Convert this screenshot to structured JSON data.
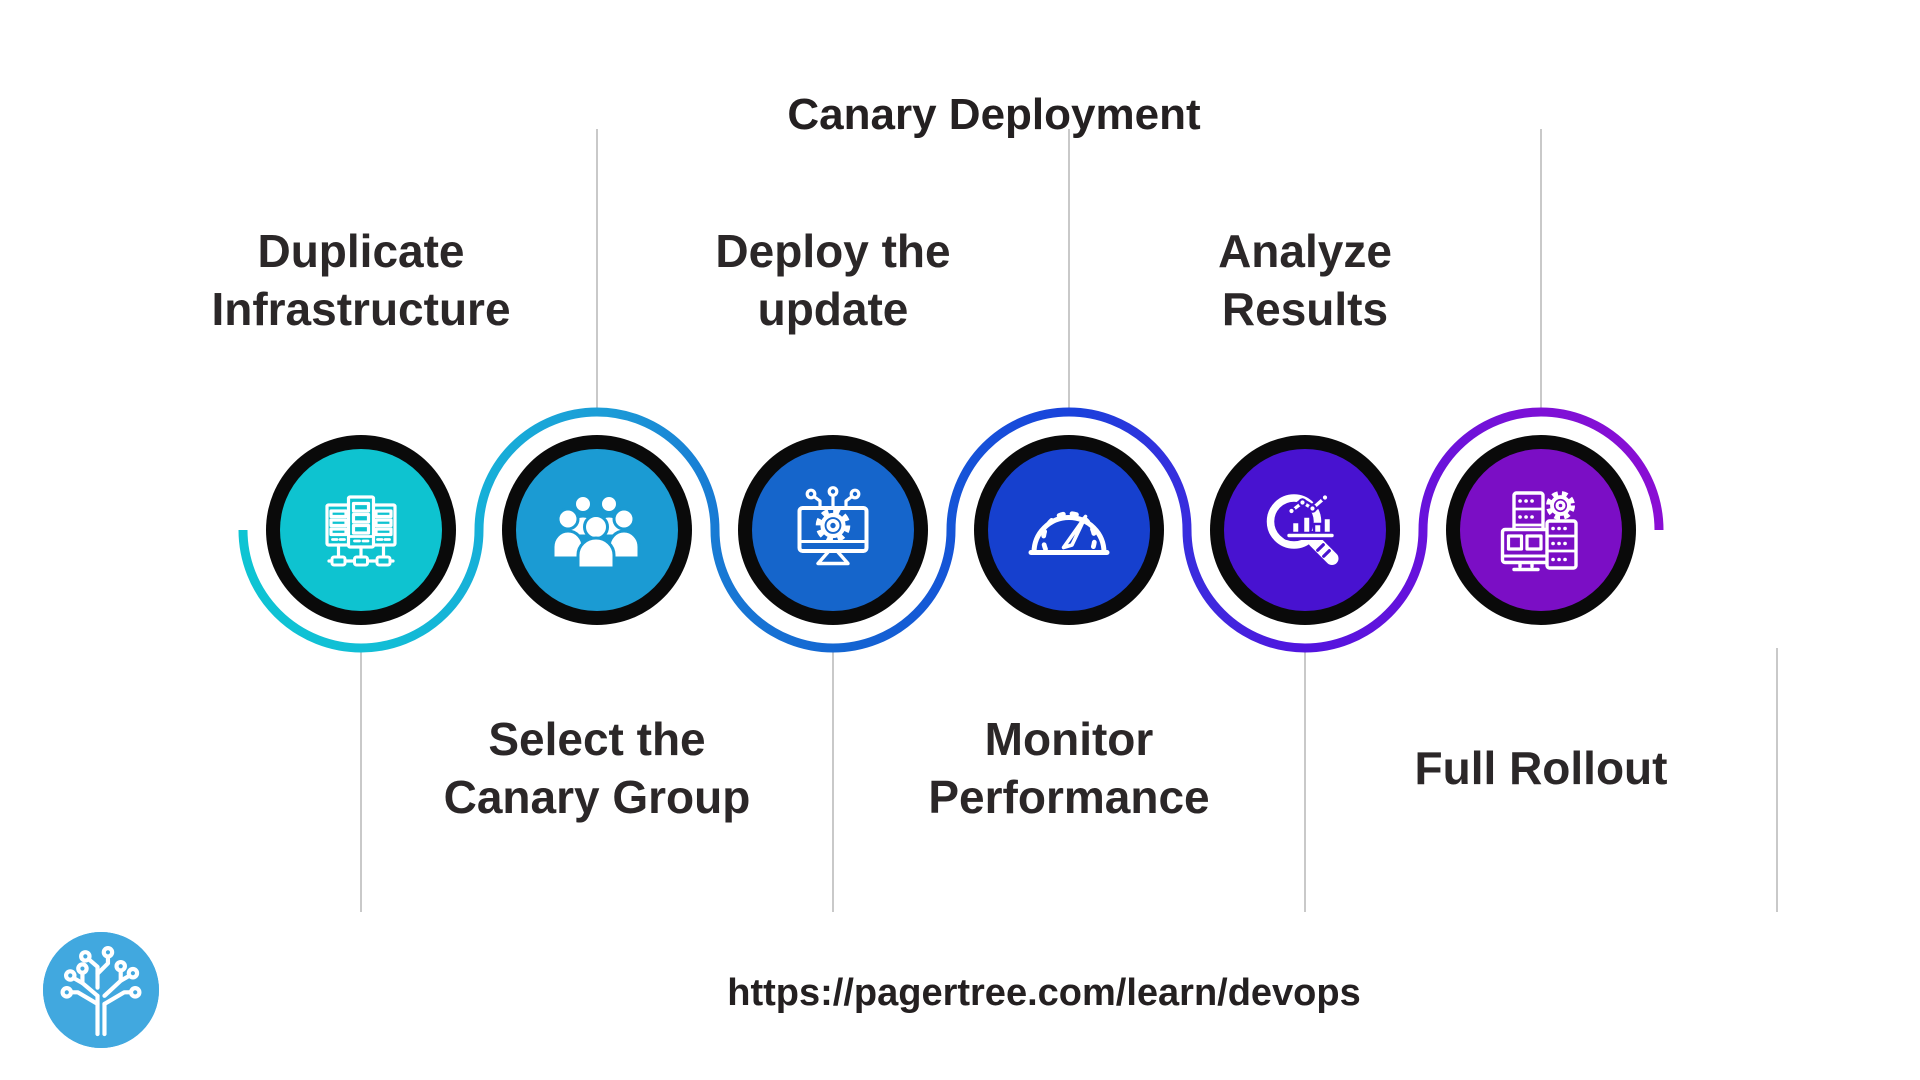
{
  "title": "Canary Deployment",
  "url": "https://pagertree.com/learn/devops",
  "brand": {
    "logo_icon": "pagertree-circuit-tree-logo",
    "logo_color": "#41A8DF"
  },
  "steps": [
    {
      "index": 1,
      "label": "Duplicate\nInfrastructure",
      "label_position": "above",
      "icon": "server-rack-network-icon",
      "color": "#0EC3D0",
      "arc_color": "#0FC4D4"
    },
    {
      "index": 2,
      "label": "Select the\nCanary Group",
      "label_position": "below",
      "icon": "user-group-icon",
      "color": "#1B9BD3",
      "arc_color": "#1C9BD7"
    },
    {
      "index": 3,
      "label": "Deploy the\nupdate",
      "label_position": "above",
      "icon": "monitor-gear-deploy-icon",
      "color": "#1565CB",
      "arc_color": "#1464D2"
    },
    {
      "index": 4,
      "label": "Monitor\nPerformance",
      "label_position": "below",
      "icon": "speedometer-icon",
      "color": "#1640CE",
      "arc_color": "#1A41DC"
    },
    {
      "index": 5,
      "label": "Analyze\nResults",
      "label_position": "above",
      "icon": "magnifier-bar-chart-icon",
      "color": "#4812D0",
      "arc_color": "#5214DF"
    },
    {
      "index": 6,
      "label": "Full Rollout",
      "label_position": "below",
      "icon": "servers-gear-rollout-icon",
      "color": "#7B0EC5",
      "arc_color": "#7E10D6"
    }
  ],
  "colors": {
    "ring_black": "#0A0A0A",
    "divider_line": "#C9C9C9",
    "text_dark": "#2B2728",
    "background": "#FFFFFF",
    "snake_gradient": [
      "#0EC4D3",
      "#12BDD6",
      "#17ADD8",
      "#1C9BD7",
      "#1878D4",
      "#1464D2",
      "#1553D8",
      "#1A41DC",
      "#3A2CDE",
      "#5214DF",
      "#6912DB",
      "#7E10D6",
      "#8A0ED4"
    ]
  }
}
